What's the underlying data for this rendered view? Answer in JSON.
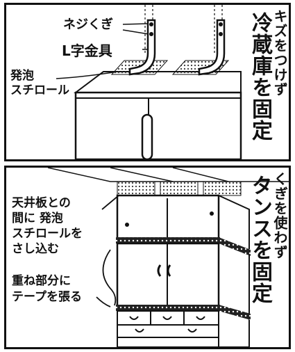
{
  "panel_top": {
    "label_screws": "ネジくぎ",
    "label_bracket": "L字金具",
    "label_foam": "発泡\nスチロール",
    "title_small": "キズをつけず",
    "title_large": "冷蔵庫を固定"
  },
  "panel_bottom": {
    "label_foam_insert": "天井板との\n間に 発泡\nスチロールを\nさし込む",
    "label_tape": "重ね部分に\nテープを張る",
    "title_small": "くぎを使わず",
    "title_large": "タンスを固定"
  },
  "colors": {
    "ink": "#111111",
    "paper": "#ffffff",
    "stipple": "#555555"
  }
}
